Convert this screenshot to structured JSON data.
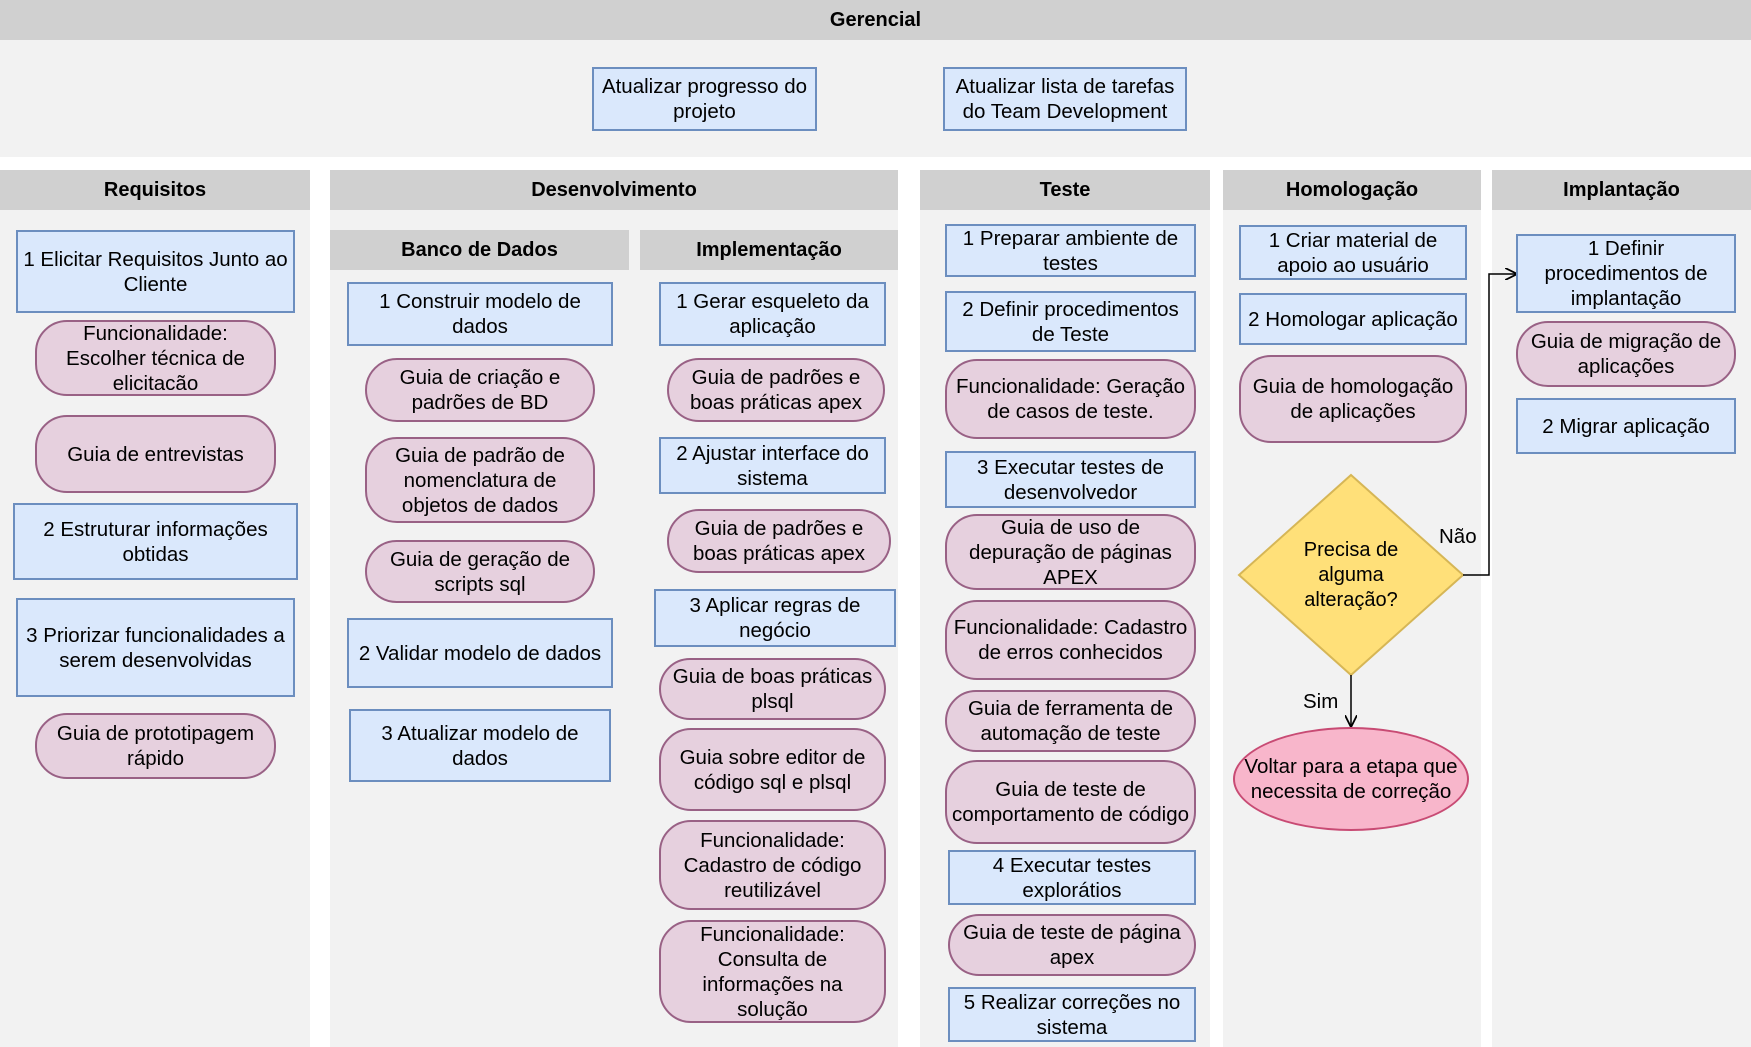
{
  "gerencial": {
    "title": "Gerencial",
    "tasks": [
      "Atualizar progresso do projeto",
      "Atualizar lista de tarefas do Team Development"
    ]
  },
  "requisitos": {
    "title": "Requisitos",
    "items": [
      "1 Elicitar Requisitos Junto ao Cliente",
      "Funcionalidade: Escolher técnica de elicitacão",
      "Guia de entrevistas",
      "2 Estruturar informações obtidas",
      "3 Priorizar funcionalidades a serem desenvolvidas",
      "Guia de prototipagem rápido"
    ]
  },
  "desenvolvimento": {
    "title": "Desenvolvimento",
    "banco": {
      "title": "Banco de Dados",
      "items": [
        "1 Construir modelo de dados",
        "Guia de criação e padrões de BD",
        "Guia de padrão de nomenclatura de objetos de dados",
        "Guia de geração de scripts sql",
        "2 Validar modelo de dados",
        "3 Atualizar modelo de dados"
      ]
    },
    "implementacao": {
      "title": "Implementação",
      "items": [
        "1 Gerar esqueleto da aplicação",
        "Guia de padrões e boas práticas apex",
        "2 Ajustar interface do sistema",
        "Guia de padrões e boas práticas apex",
        "3 Aplicar regras de negócio",
        "Guia de boas práticas plsql",
        "Guia sobre editor de código sql e plsql",
        "Funcionalidade: Cadastro de código reutilizável",
        "Funcionalidade: Consulta de informações na solução"
      ]
    }
  },
  "teste": {
    "title": "Teste",
    "items": [
      "1 Preparar ambiente de testes",
      "2 Definir procedimentos de Teste",
      "Funcionalidade: Geração de casos de teste.",
      "3 Executar testes de desenvolvedor",
      "Guia de uso de depuração de páginas APEX",
      "Funcionalidade: Cadastro de erros conhecidos",
      "Guia de ferramenta de automação de teste",
      "Guia de teste de comportamento de código",
      "4 Executar testes explorátios",
      "Guia de teste de página apex",
      "5 Realizar correções no sistema"
    ]
  },
  "homologacao": {
    "title": "Homologação",
    "items": [
      "1 Criar material de apoio ao usuário",
      "2 Homologar aplicação",
      "Guia de homologação de aplicações"
    ],
    "decision": "Precisa de alguma alteração?",
    "yes_label": "Sim",
    "no_label": "Não",
    "correction": "Voltar para a etapa que necessita de correção"
  },
  "implantacao": {
    "title": "Implantação",
    "items": [
      "1 Definir procedimentos de implantação",
      "Guia de migração de aplicações",
      "2 Migrar aplicação"
    ]
  },
  "colors": {
    "task_fill": "#dae8fc",
    "task_border": "#6c8ebf",
    "guide_fill": "#e6d0de",
    "guide_border": "#996185",
    "decision_fill": "#ffe079",
    "decision_border": "#d6b656",
    "end_fill": "#f8b6cb",
    "end_border": "#c84b74",
    "header_fill": "#d0d0d0",
    "lane_fill": "#f2f2f2"
  }
}
